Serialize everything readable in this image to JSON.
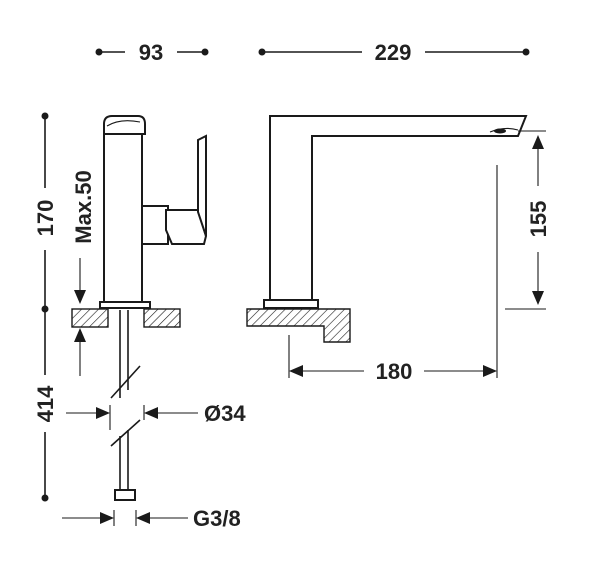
{
  "dimensions": {
    "width_front": "93",
    "reach_top": "229",
    "height_total": "170",
    "max_deck": "Max.50",
    "spout_height": "155",
    "spout_reach": "180",
    "hose_length": "414",
    "bore_diameter": "Ø34",
    "connection": "G3/8"
  },
  "colors": {
    "ink": "#1a1a1a",
    "text": "#222222",
    "background": "#ffffff"
  }
}
